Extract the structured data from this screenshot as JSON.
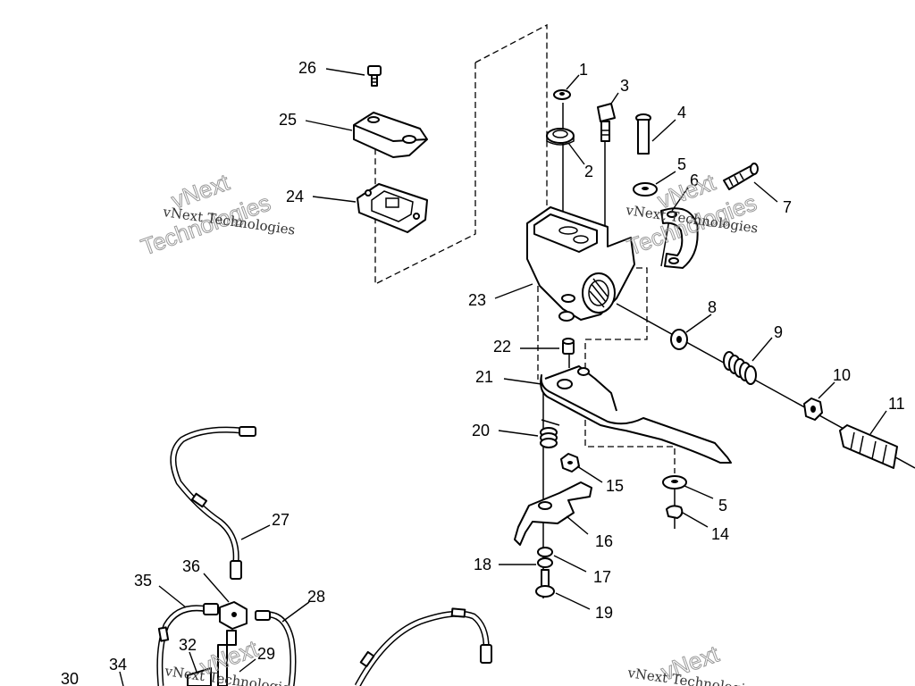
{
  "watermark": {
    "company": "vNext Technologies",
    "outline_word_1": "vNext",
    "outline_word_2": "Technologies",
    "color": "#9a9a9a"
  },
  "callouts": {
    "p1": "1",
    "p2": "2",
    "p3": "3",
    "p4": "4",
    "p5a": "5",
    "p5b": "5",
    "p6": "6",
    "p7": "7",
    "p8": "8",
    "p9": "9",
    "p10": "10",
    "p11": "11",
    "p14": "14",
    "p15": "15",
    "p16": "16",
    "p17": "17",
    "p18": "18",
    "p19": "19",
    "p20": "20",
    "p21": "21",
    "p22": "22",
    "p23": "23",
    "p24": "24",
    "p25": "25",
    "p26": "26",
    "p27": "27",
    "p28": "28",
    "p29": "29",
    "p30": "30",
    "p32": "32",
    "p34": "34",
    "p35": "35",
    "p36": "36"
  }
}
